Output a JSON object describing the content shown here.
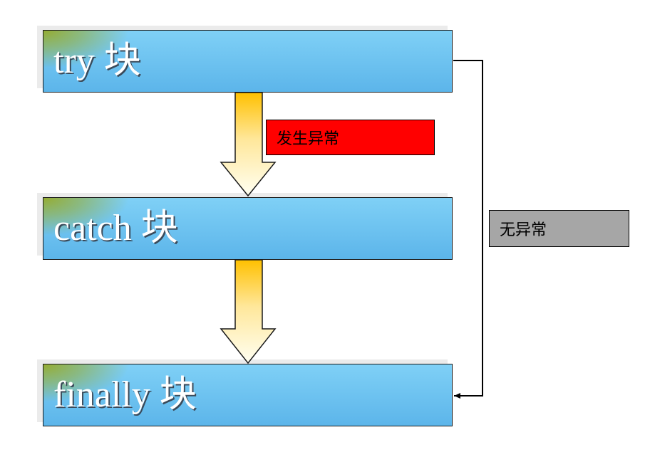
{
  "blocks": {
    "try": {
      "label": "try 块"
    },
    "catch": {
      "label": "catch 块"
    },
    "finally": {
      "label": "finally 块"
    }
  },
  "labels": {
    "exception": "发生异常",
    "no_exception": "无异常"
  },
  "colors": {
    "block_fill": "#6ec4f2",
    "block_corner": "#9aad3a",
    "arrow_top": "#ffc000",
    "arrow_bottom": "#fffff0",
    "exception_box": "#ff0000",
    "no_exception_box": "#a6a6a6"
  }
}
